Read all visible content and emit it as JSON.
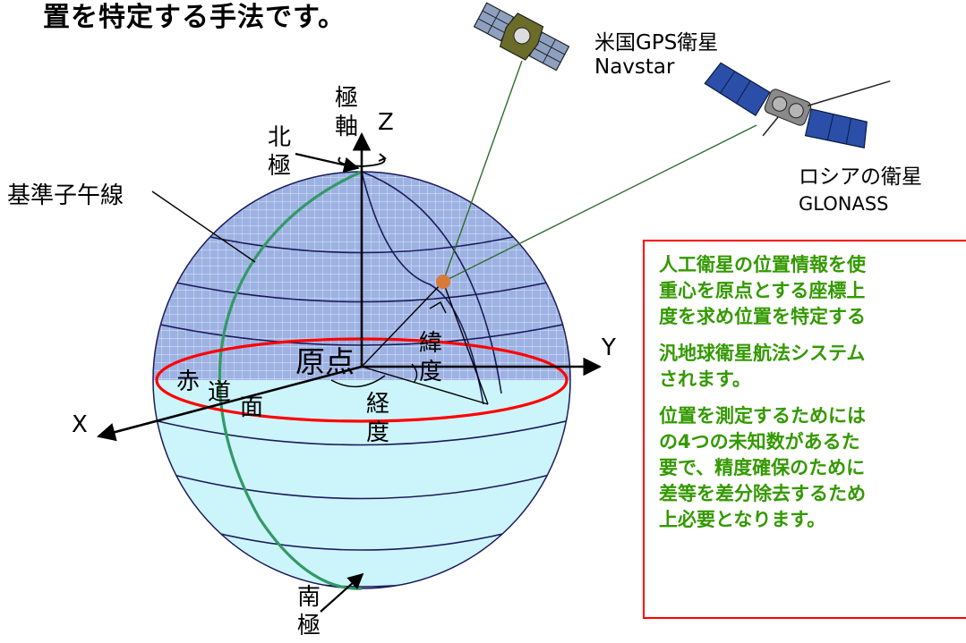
{
  "header": {
    "text": "置を特定する手法です。"
  },
  "labels": {
    "polar_axis": "極軸",
    "z": "Z",
    "north_pole": "北極",
    "prime_meridian": "基準子午線",
    "origin": "原点",
    "latitude": "緯度",
    "longitude": "経度",
    "equator_1": "赤",
    "equator_2": "道",
    "equator_3": "面",
    "x": "X",
    "y": "Y",
    "south_pole": "南極"
  },
  "satellites": {
    "gps": {
      "line1": "米国GPS衛星",
      "line2": "Navstar"
    },
    "glonass": {
      "line1": "ロシアの衛星",
      "line2": "GLONASS"
    }
  },
  "info_box": {
    "para1": "人工衛星の位置情報を使\n重心を原点とする座標上\n度を求め位置を特定する",
    "para2": "汎地球衛星航法システム\nされます。",
    "para3": "位置を測定するためには\nの4つの未知数があるた\n要で、精度確保のために\n差等を差分除去するため\n上必要となります。"
  },
  "colors": {
    "sphere_upper": "#9db2e3",
    "sphere_lower": "#ccf4fb",
    "equator": "#ff0000",
    "meridian": "#339966",
    "box_border": "#ff0000",
    "box_text": "#339900",
    "satellite_marker": "#d97a3a",
    "signal_line": "#2e6b2e"
  },
  "icons": [
    "gps-satellite-icon",
    "glonass-satellite-icon",
    "rotation-arrow-icon"
  ]
}
